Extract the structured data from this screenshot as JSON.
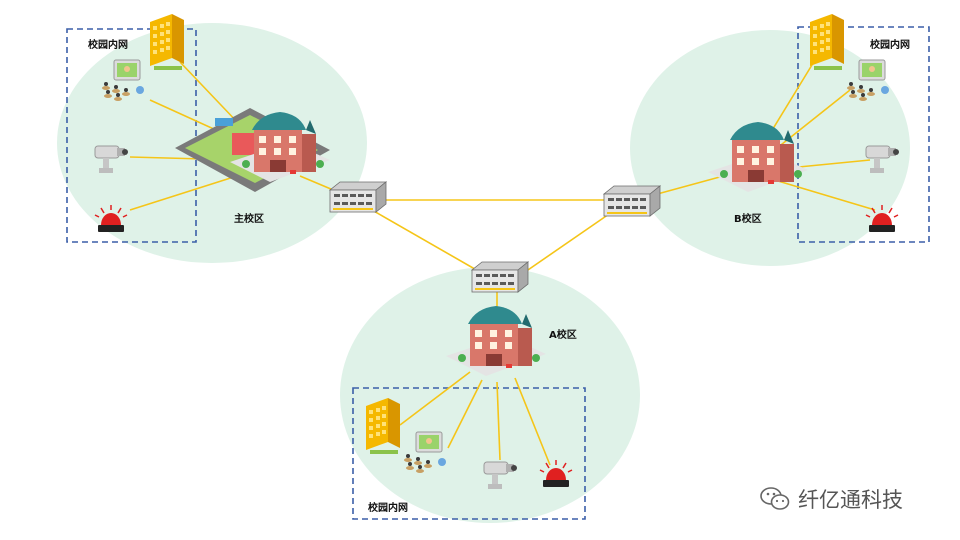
{
  "labels": {
    "main_campus": "主校区",
    "campus_a": "A校区",
    "campus_b": "B校区",
    "intranet_main": "校园内网",
    "intranet_a": "校园内网",
    "intranet_b": "校园内网"
  },
  "watermark": {
    "text": "纤亿通科技",
    "icon": "wechat-icon"
  },
  "colors": {
    "zone_fill": "#dff2e8",
    "link_line": "#f5c518",
    "dashed_border": "#3b5fa8",
    "alarm_red": "#e02020",
    "office_orange": "#f5b800",
    "building_teal": "#2f8a8e",
    "building_brick": "#d9776a"
  },
  "icons": [
    "office-building-icon",
    "classroom-icon",
    "security-camera-icon",
    "alarm-beacon-icon",
    "network-switch-icon",
    "campus-building-icon"
  ]
}
